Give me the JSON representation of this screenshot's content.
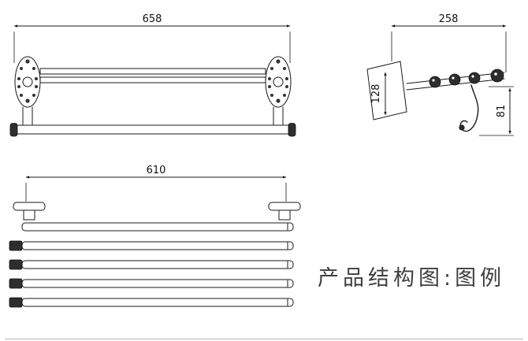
{
  "caption": {
    "text": "产品结构图:图例"
  },
  "views": {
    "front": {
      "dim_width": "658"
    },
    "side": {
      "dim_depth": "258",
      "dim_height": "128",
      "dim_hook": "81"
    },
    "top": {
      "dim_width": "610"
    }
  },
  "colors": {
    "line": "#1a1a1a",
    "dark_fill": "#2e2e2e",
    "caption": "#3f3f3f",
    "background": "#ffffff"
  }
}
